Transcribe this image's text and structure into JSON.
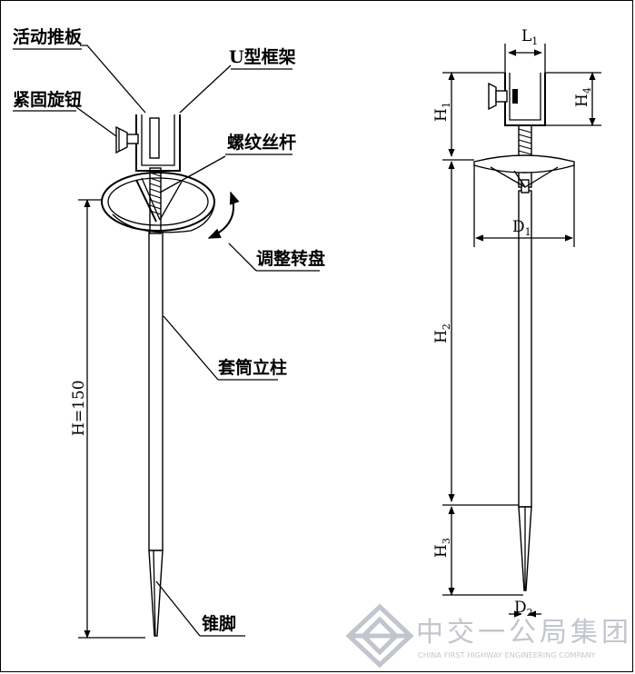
{
  "labels": {
    "movable_pusher": "活动推板",
    "u_frame": "U型框架",
    "lock_knob": "紧固旋钮",
    "screw_rod": "螺纹丝杆",
    "adjust_wheel": "调整转盘",
    "sleeve_post": "套筒立柱",
    "cone_foot": "锥脚"
  },
  "dimensions": {
    "overall_height": "H=150",
    "l1": "L",
    "l1_sub": "1",
    "h1": "H",
    "h1_sub": "1",
    "h4": "H",
    "h4_sub": "4",
    "d1": "D",
    "d1_sub": "1",
    "h2": "H",
    "h2_sub": "2",
    "h3": "H",
    "h3_sub": "3",
    "d2": "D",
    "d2_sub": "2"
  },
  "watermark": {
    "name": "中交一公局集团",
    "english": "CHINA FIRST HIGHWAY ENGINEERING COMPANY"
  }
}
